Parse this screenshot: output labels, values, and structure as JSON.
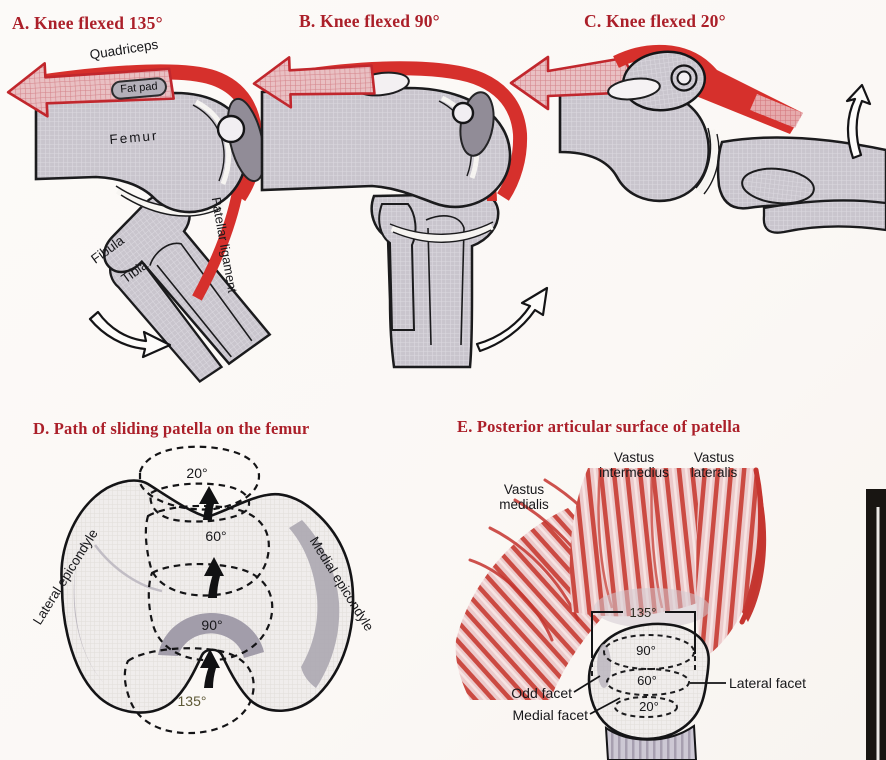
{
  "figure": {
    "background": "#fbf9f6",
    "title_red": "#ab1f29",
    "muscle_red": "#d6302c",
    "bone_gray": "#c9c5cd"
  },
  "panels": {
    "a": {
      "title": "A. Knee flexed 135°",
      "labels": {
        "quadriceps": "Quadriceps",
        "fat_pad": "Fat pad",
        "femur": "Femur",
        "fibula": "Fibula",
        "tibia": "Tibia",
        "patellar_ligament": "Patellar ligament"
      }
    },
    "b": {
      "title": "B. Knee flexed 90°"
    },
    "c": {
      "title": "C. Knee flexed 20°"
    },
    "d": {
      "title": "D. Path of sliding patella on the femur",
      "labels": {
        "angle_20": "20°",
        "angle_60": "60°",
        "angle_90": "90°",
        "angle_135": "135°",
        "lateral_epicondyle": "Lateral epicondyle",
        "medial_epicondyle": "Medial epicondyle"
      }
    },
    "e": {
      "title": "E. Posterior articular surface of patella",
      "labels": {
        "vastus_medialis": "Vastus\nmedialis",
        "vastus_intermedius": "Vastus\nintermedius",
        "vastus_lateralis": "Vastus\nlateralis",
        "angle_135": "135°",
        "angle_90": "90°",
        "angle_60": "60°",
        "angle_20": "20°",
        "odd_facet": "Odd facet",
        "medial_facet": "Medial facet",
        "lateral_facet": "Lateral facet"
      }
    }
  }
}
